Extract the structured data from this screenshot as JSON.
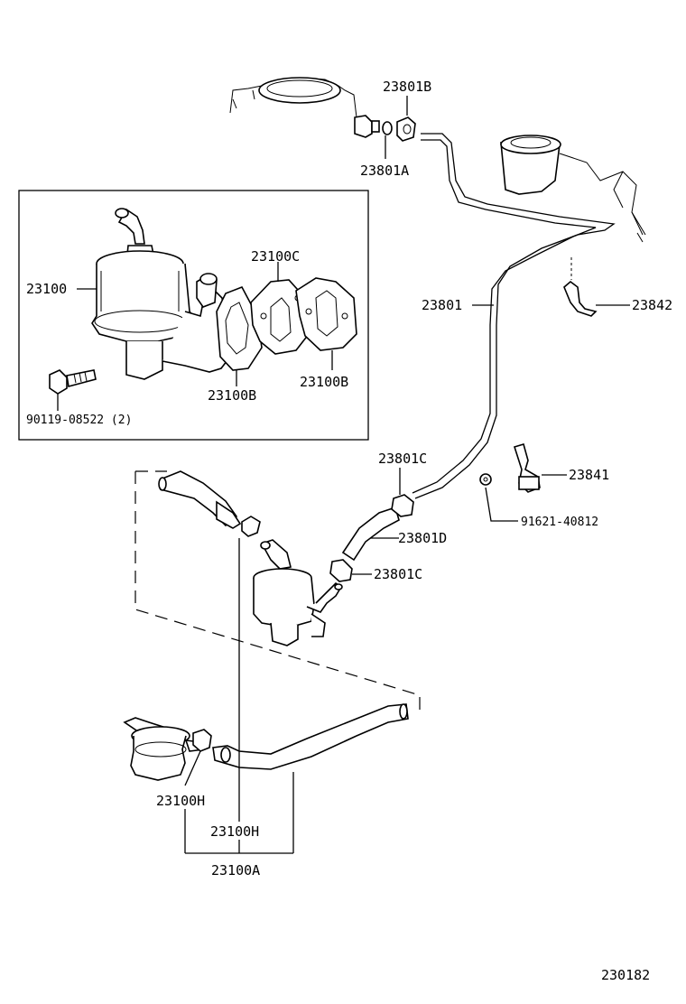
{
  "labels": {
    "p23801B": "23801B",
    "p23801A": "23801A",
    "p23100C": "23100C",
    "p23100": "23100",
    "p23801": "23801",
    "p23842": "23842",
    "p23100B_left": "23100B",
    "p23100B_right": "23100B",
    "p90119": "90119-08522 (2)",
    "p23801C_top": "23801C",
    "p23841": "23841",
    "p91621": "91621-40812",
    "p23801D": "23801D",
    "p23801C_bottom": "23801C",
    "p23100H_left": "23100H",
    "p23100H_center": "23100H",
    "p23100A": "23100A",
    "figure_number": "230182"
  }
}
